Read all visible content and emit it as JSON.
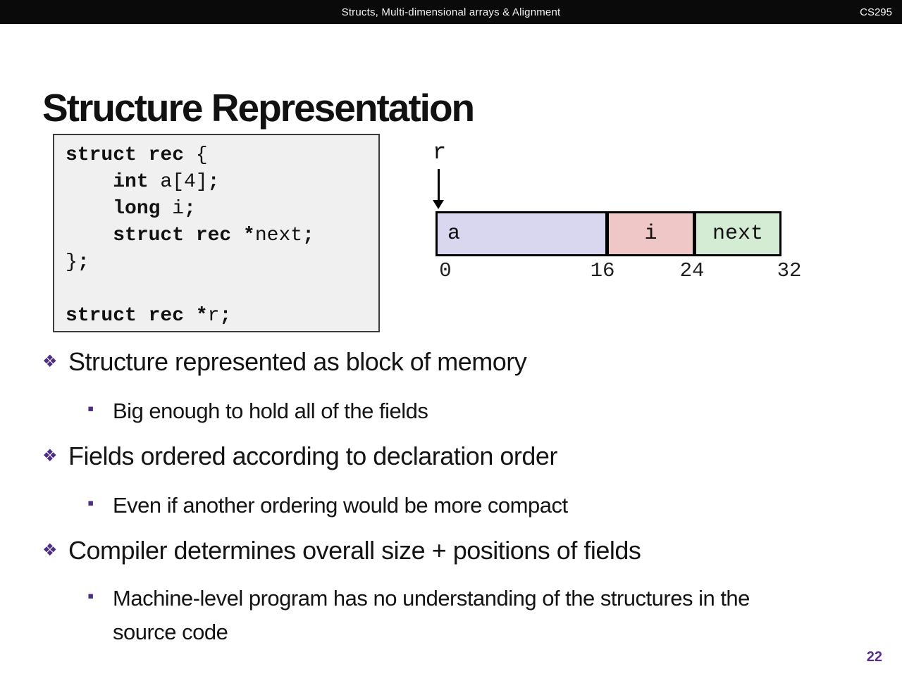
{
  "header": {
    "title": "Structs, Multi-dimensional arrays & Alignment",
    "course": "CS295"
  },
  "slide": {
    "title": "Structure Representation",
    "page_number": "22"
  },
  "code_box": {
    "lines": [
      {
        "segments": [
          {
            "text": "struct rec ",
            "style": "keyword"
          },
          {
            "text": "{",
            "style": "plain"
          }
        ]
      },
      {
        "segments": [
          {
            "text": "    int ",
            "style": "keyword"
          },
          {
            "text": "a[4]",
            "style": "plain"
          },
          {
            "text": ";",
            "style": "keyword"
          }
        ]
      },
      {
        "segments": [
          {
            "text": "    long ",
            "style": "keyword"
          },
          {
            "text": "i",
            "style": "plain"
          },
          {
            "text": ";",
            "style": "keyword"
          }
        ]
      },
      {
        "segments": [
          {
            "text": "    struct rec *",
            "style": "keyword"
          },
          {
            "text": "next",
            "style": "plain"
          },
          {
            "text": ";",
            "style": "keyword"
          }
        ]
      },
      {
        "segments": [
          {
            "text": "}",
            "style": "plain"
          },
          {
            "text": ";",
            "style": "keyword"
          }
        ]
      },
      {
        "segments": [
          {
            "text": "",
            "style": "plain"
          }
        ]
      },
      {
        "segments": [
          {
            "text": "struct rec *",
            "style": "keyword"
          },
          {
            "text": "r",
            "style": "plain"
          },
          {
            "text": ";",
            "style": "keyword"
          }
        ]
      }
    ]
  },
  "diagram": {
    "pointer_label": "r",
    "cells": [
      {
        "label": "a",
        "fill": "#d8d7ef",
        "byte_range": "0-16"
      },
      {
        "label": "i",
        "fill": "#efc7c7",
        "byte_range": "16-24"
      },
      {
        "label": "next",
        "fill": "#d5ecd4",
        "byte_range": "24-32"
      }
    ],
    "offsets": [
      "0",
      "16",
      "24",
      "32"
    ]
  },
  "bullets": {
    "marker_level1": "❖",
    "marker_level2": "▪",
    "items": [
      {
        "level": 1,
        "text": "Structure represented as block of memory"
      },
      {
        "level": 2,
        "text": "Big enough to hold all of the fields"
      },
      {
        "level": 1,
        "text": "Fields ordered according to declaration order"
      },
      {
        "level": 2,
        "text": "Even if another ordering would be more compact"
      },
      {
        "level": 1,
        "text": "Compiler determines overall size + positions of fields"
      },
      {
        "level": 2,
        "text": "Machine-level program has no understanding of the structures in the source code"
      }
    ]
  },
  "colors": {
    "bullet_purple": "#4e2d85",
    "page_number_purple": "#5b2d90",
    "header_bg": "#0a0a0a",
    "cell_a_fill": "#d8d7ef",
    "cell_i_fill": "#efc7c7",
    "cell_next_fill": "#d5ecd4"
  }
}
